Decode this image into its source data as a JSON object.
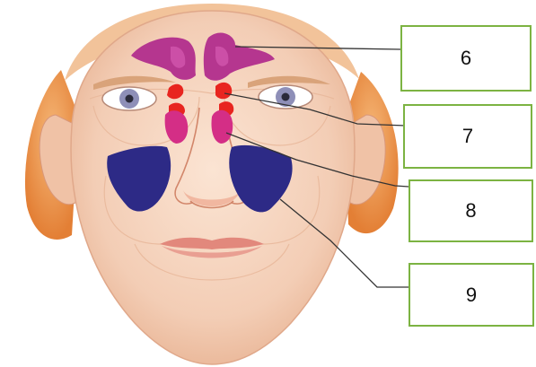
{
  "labels": [
    {
      "id": "6",
      "text": "6"
    },
    {
      "id": "7",
      "text": "7"
    },
    {
      "id": "8",
      "text": "8"
    },
    {
      "id": "9",
      "text": "9"
    }
  ],
  "colors": {
    "frontal_sinus": "#b5368f",
    "ethmoid_sinus": "#e8251f",
    "sphenoid_sinus": "#d42e86",
    "maxillary_sinus": "#2d2a86",
    "box_border": "#7cb342",
    "skin": "#f5d3bd",
    "hair": "#e8924a"
  }
}
